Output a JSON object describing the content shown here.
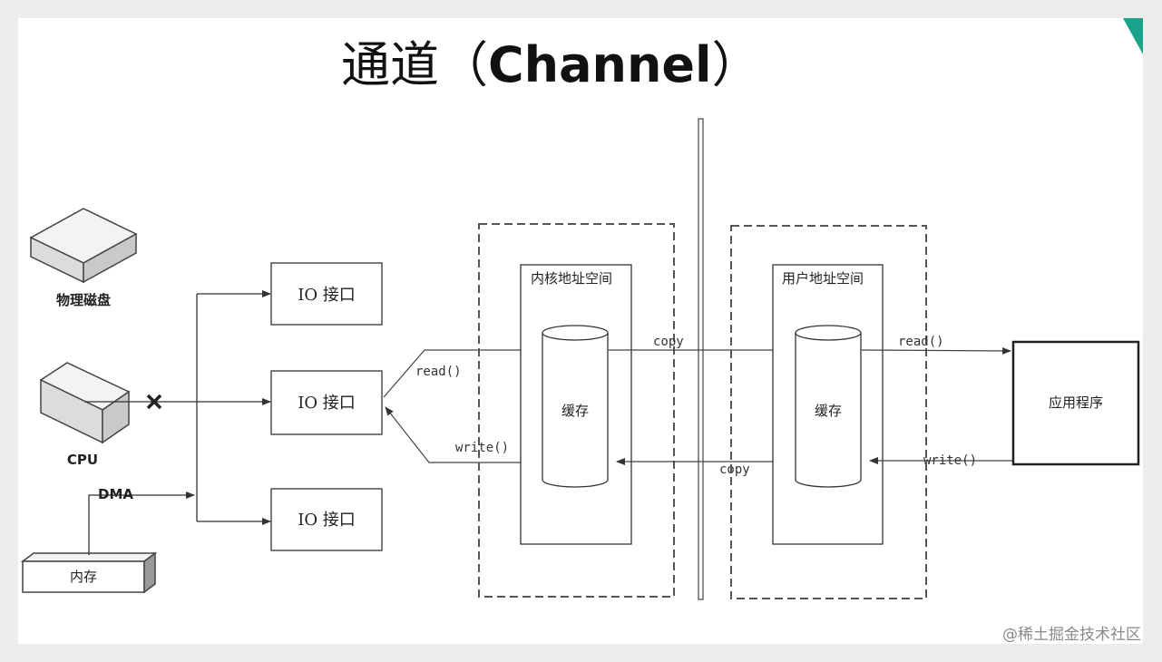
{
  "title": {
    "cn": "通道（",
    "en": "Channel",
    "close": "）"
  },
  "devices": {
    "disk": "物理磁盘",
    "cpu": "CPU",
    "memory": "内存",
    "dma": "DMA"
  },
  "io_interfaces": [
    "IO 接口",
    "IO 接口",
    "IO 接口"
  ],
  "kernel": {
    "space": "内核地址空间",
    "cache": "缓存"
  },
  "user": {
    "space": "用户地址空间",
    "cache": "缓存"
  },
  "app": "应用程序",
  "edges": {
    "read_io": "read()",
    "write_io": "write()",
    "copy_top": "copy",
    "copy_bottom": "copy",
    "read_app": "read()",
    "write_app": "write()"
  },
  "watermark": "@稀土掘金技术社区"
}
